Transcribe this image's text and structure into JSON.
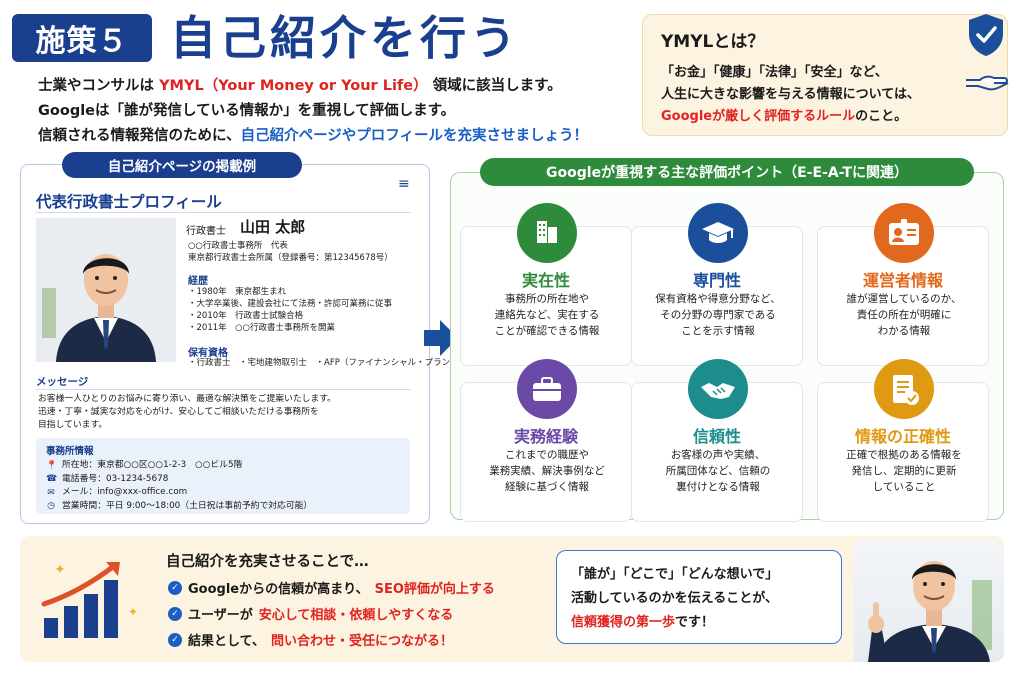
{
  "header": {
    "badge": "施策５",
    "title": "自己紹介を行う"
  },
  "intro": {
    "l1_pre": "士業やコンサルは ",
    "l1_red": "YMYL（Your Money or Your Life）",
    "l1_post": " 領域に該当します。",
    "l2": "Googleは「誰が発信している情報か」を重視して評価します。",
    "l3_pre": "信頼される情報発信のために、",
    "l3_blue": "自己紹介ページやプロフィールを充実させましょう！"
  },
  "ymyl": {
    "title": "YMYLとは？",
    "l1": "「お金」「健康」「法律」「安全」など、",
    "l2": "人生に大きな影響を与える情報については、",
    "l3_red": "Googleが厳しく評価するルール",
    "l3_post": "のこと。"
  },
  "profile": {
    "label": "自己紹介ページの掲載例",
    "heading": "代表行政書士プロフィール",
    "office_role": "行政書士",
    "name": "山田 太郎",
    "sub1": "○○行政書士事務所　代表",
    "sub2": "東京都行政書士会所属（登録番号：第12345678号）",
    "career_title": "経歴",
    "career": [
      "・1980年　東京都生まれ",
      "・大学卒業後、建設会社にて法務・許認可業務に従事",
      "・2010年　行政書士試験合格",
      "・2011年　○○行政書士事務所を開業"
    ],
    "quals_title": "保有資格",
    "quals": "・行政書士　・宅地建物取引士　・AFP（ファイナンシャル・プランナー）",
    "message_title": "メッセージ",
    "message": [
      "お客様一人ひとりのお悩みに寄り添い、最適な解決策をご提案いたします。",
      "迅速・丁寧・誠実な対応を心がけ、安心してご相談いただける事務所を",
      "目指しています。"
    ],
    "office_info_title": "事務所情報",
    "address": "所在地：東京都○○区○○1-2-3　○○ビル5階",
    "phone": "電話番号：03-1234-5678",
    "email": "メール：info@xxx-office.com",
    "hours": "営業時間：平日 9:00～18:00（土日祝は事前予約で対応可能）"
  },
  "eval": {
    "label": "Googleが重視する主な評価ポイント（E-E-A-Tに関連）",
    "tiles": [
      {
        "name": "実在性",
        "desc": "事務所の所在地や\n連絡先など、実在する\nことが確認できる情報",
        "color": "#2e8b3c",
        "icon": "building-icon"
      },
      {
        "name": "専門性",
        "desc": "保有資格や得意分野など、\nその分野の専門家である\nことを示す情報",
        "color": "#1b4f9c",
        "icon": "graduation-cap-icon"
      },
      {
        "name": "運営者情報",
        "desc": "誰が運営しているのか、\n責任の所在が明確に\nわかる情報",
        "color": "#e0691e",
        "icon": "id-card-icon"
      },
      {
        "name": "実務経験",
        "desc": "これまでの職歴や\n業務実績、解決事例など\n経験に基づく情報",
        "color": "#6a4aa6",
        "icon": "briefcase-icon"
      },
      {
        "name": "信頼性",
        "desc": "お客様の声や実績、\n所属団体など、信頼の\n裏付けとなる情報",
        "color": "#1c8c8c",
        "icon": "handshake-icon"
      },
      {
        "name": "情報の正確性",
        "desc": "正確で根拠のある情報を\n発信し、定期的に更新\nしていること",
        "color": "#e09a12",
        "icon": "document-check-icon"
      }
    ]
  },
  "bottom": {
    "title": "自己紹介を充実させることで…",
    "item1_pre": "Googleからの信頼が高まり、",
    "item1_red": "SEO評価が向上する",
    "item2_pre": "ユーザーが",
    "item2_red": "安心して相談・依頼しやすくなる",
    "item3_pre": "結果として、",
    "item3_red": "問い合わせ・受任につながる！",
    "bubble_l1": "「誰が」「どこで」「どんな想いで」",
    "bubble_l2": "活動しているのかを伝えることが、",
    "bubble_red": "信頼獲得の第一歩",
    "bubble_post": "です！"
  },
  "colors": {
    "navy": "#1b3f8f",
    "green": "#2e8b3c",
    "red": "#e0231e",
    "blue": "#1b5fc4",
    "cream": "#fdf3e1"
  }
}
